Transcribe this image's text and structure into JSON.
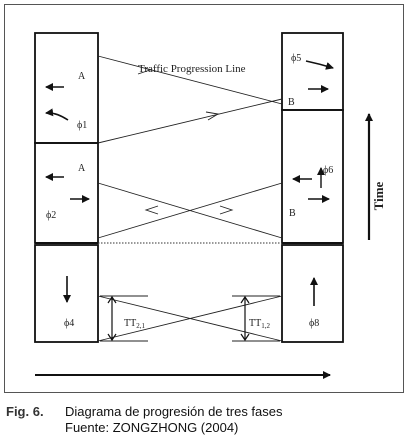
{
  "diagram": {
    "traffic_line_label": "Traffic Progression Line",
    "time_label": "Time",
    "left_top": {
      "letter": "A",
      "phase": "ϕ1"
    },
    "left_mid": {
      "letter": "A",
      "phase": "ϕ2"
    },
    "left_bottom": {
      "phase": "ϕ4"
    },
    "right_top": {
      "phase": "ϕ5",
      "letter": "B"
    },
    "right_mid": {
      "phase": "ϕ6",
      "letter": "B"
    },
    "right_bottom": {
      "phase": "ϕ8"
    },
    "travel_time_left": {
      "main": "TT",
      "sub": "2,1"
    },
    "travel_time_right": {
      "main": "TT",
      "sub": "1,2"
    }
  },
  "caption": {
    "label": "Fig. 6.",
    "title": "Diagrama de progresión de tres fases",
    "source": "Fuente: ZONGZHONG (2004)"
  }
}
